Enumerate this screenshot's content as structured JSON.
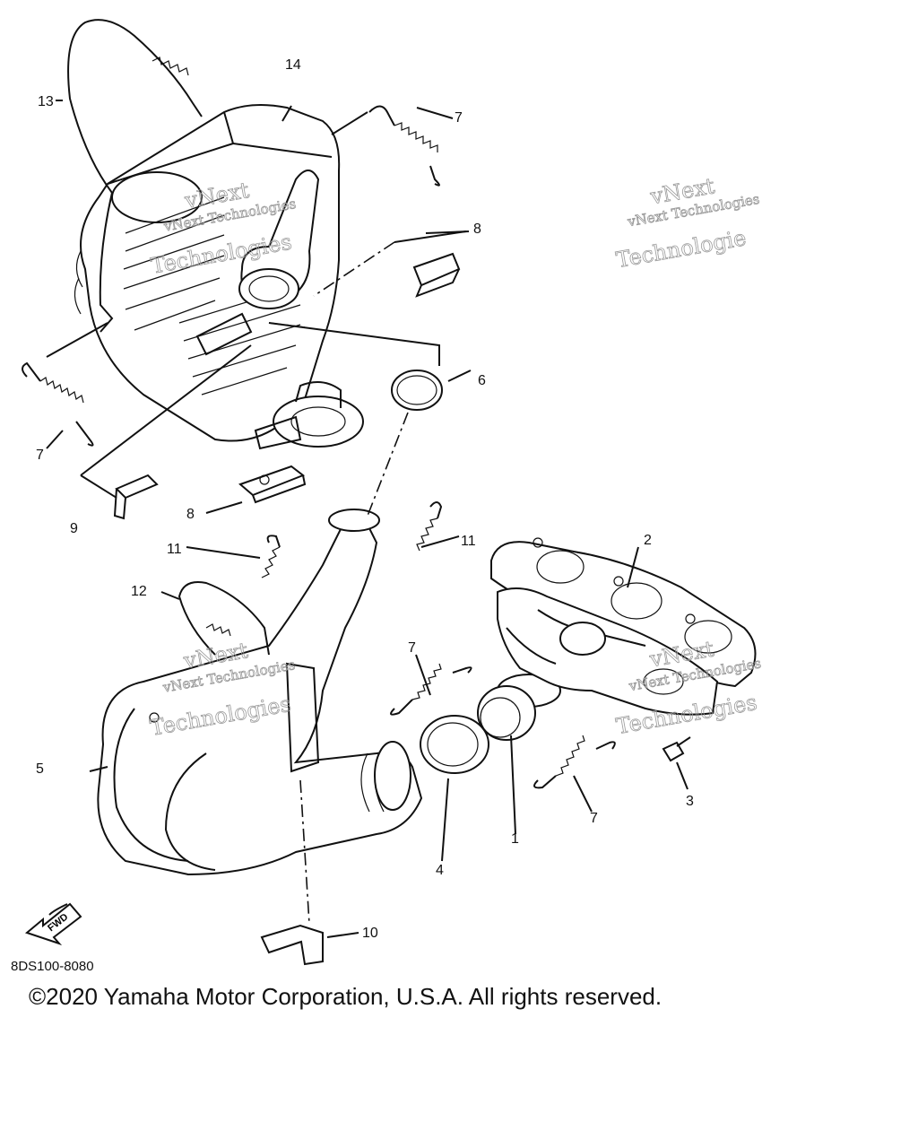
{
  "callouts": [
    "1",
    "2",
    "3",
    "4",
    "5",
    "6",
    "7",
    "8",
    "9",
    "10",
    "11",
    "12",
    "13",
    "14"
  ],
  "watermark": {
    "line1": "vNext Technologies",
    "line2": "vNext",
    "line3": "Technologie",
    "line4": "Technologies"
  },
  "fwd_label": "FWD",
  "figure_code": "8DS100-8080",
  "copyright": "©2020 Yamaha Motor Corporation, U.S.A. All rights reserved."
}
